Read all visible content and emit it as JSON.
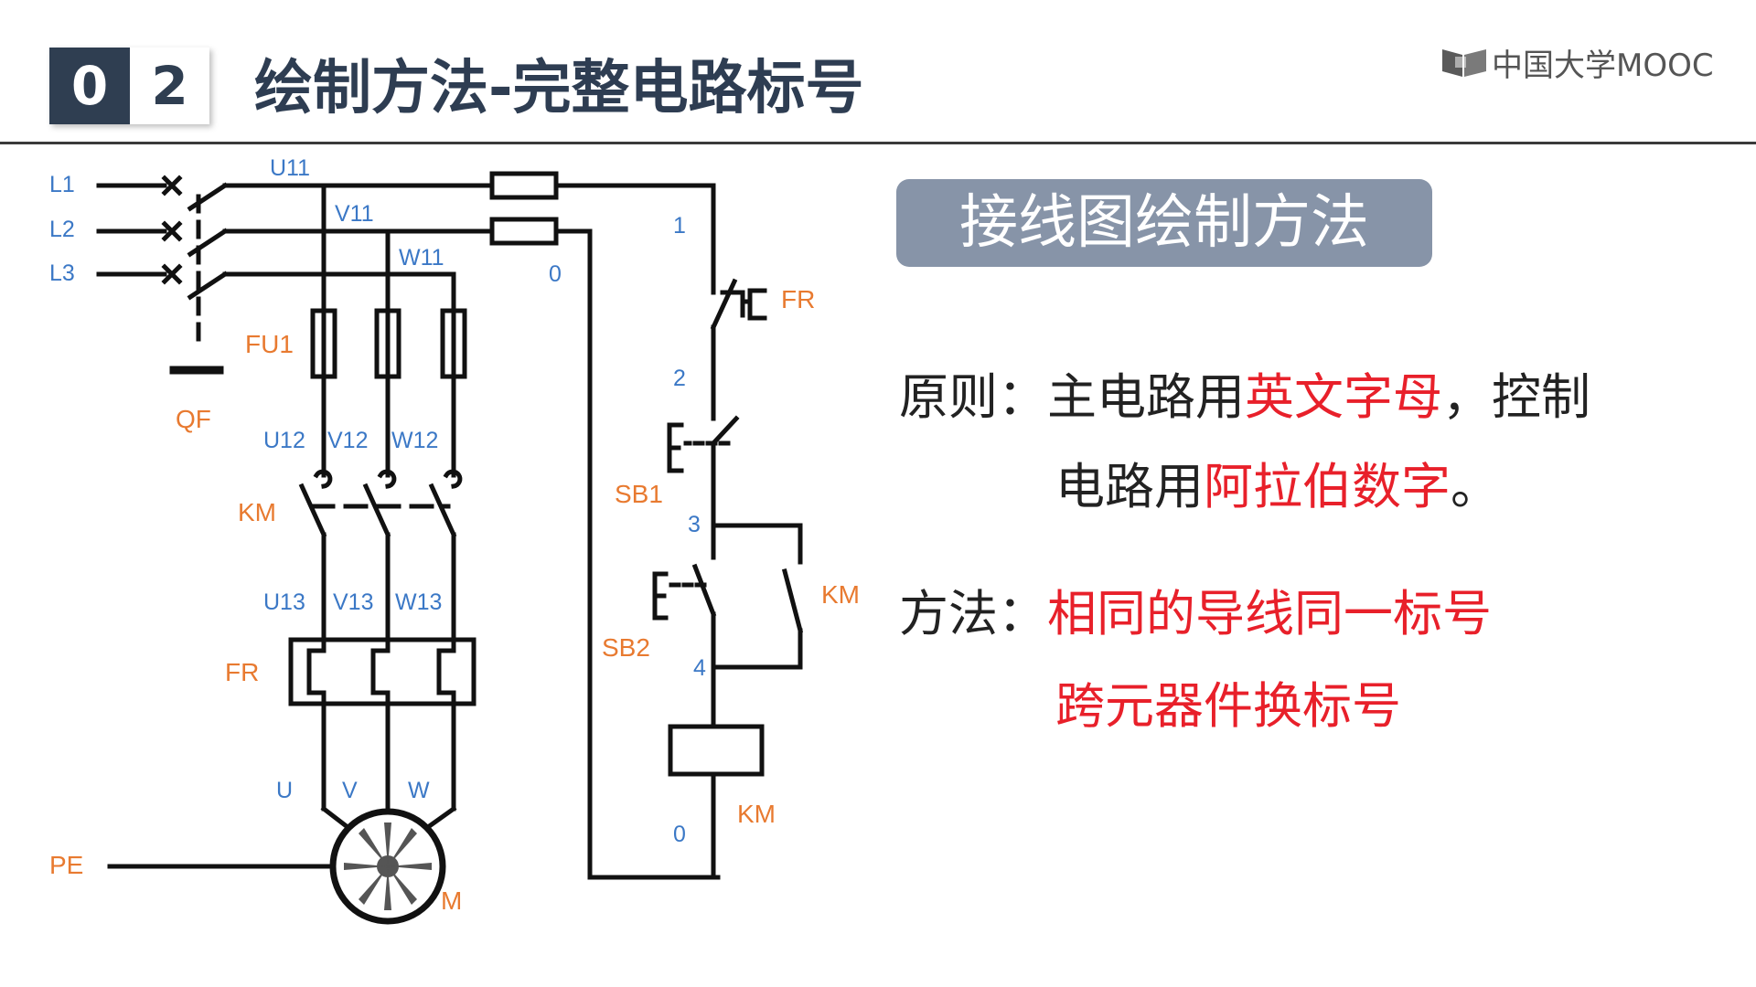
{
  "header": {
    "num1": "0",
    "num2": "2",
    "title": "绘制方法-完整电路标号",
    "logo_text": "中国大学MOOC"
  },
  "circuit": {
    "phase_labels": [
      "L1",
      "L2",
      "L3"
    ],
    "wire_labels": [
      "U11",
      "V11",
      "W11",
      "U12",
      "V12",
      "W12",
      "U13",
      "V13",
      "W13",
      "U",
      "V",
      "W"
    ],
    "control_node_labels": [
      "1",
      "0",
      "2",
      "3",
      "4",
      "0"
    ],
    "component_labels": {
      "qf": "QF",
      "fu1": "FU1",
      "km_main": "KM",
      "fr_main": "FR",
      "pe": "PE",
      "motor": "M",
      "fr_control": "FR",
      "sb1": "SB1",
      "sb2": "SB2",
      "km_aux": "KM",
      "km_coil": "KM"
    }
  },
  "content": {
    "section_title": "接线图绘制方法",
    "principle": {
      "label": "原则：",
      "t1": "主电路用",
      "h1": "英文字母",
      "t2": "，控制",
      "t3": "电路用",
      "h2": "阿拉伯数字",
      "t4": "。"
    },
    "method": {
      "label": "方法：",
      "h1": "相同的导线同一标号",
      "h2": "跨元器件换标号"
    }
  },
  "colors": {
    "header_dark": "#2f3e51",
    "section_box": "#8794a8",
    "highlight_red": "#e8202a",
    "label_blue": "#3b78c6",
    "label_orange": "#e87a30"
  }
}
